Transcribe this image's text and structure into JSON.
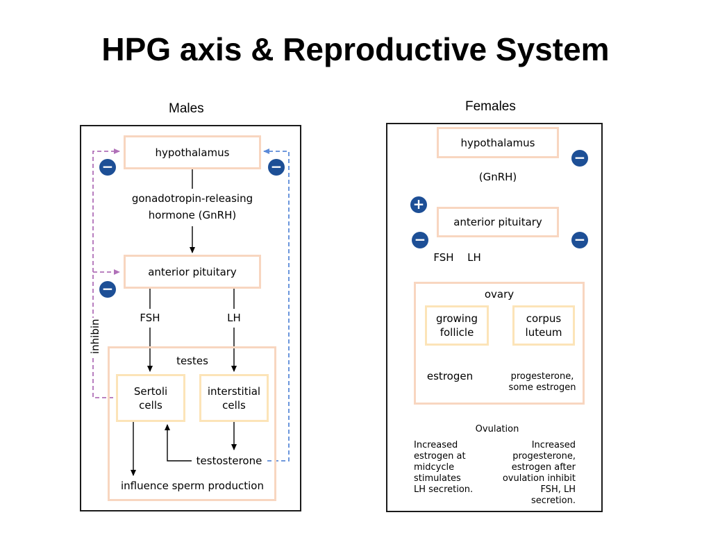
{
  "title": "HPG axis & Reproductive System",
  "males": {
    "heading": "Males",
    "hypothalamus": "hypothalamus",
    "gnrh_line1": "gonadotropin-releasing",
    "gnrh_line2": "hormone (GnRH)",
    "anterior_pituitary": "anterior pituitary",
    "fsh": "FSH",
    "lh": "LH",
    "testes": "testes",
    "sertoli": "Sertoli\ncells",
    "interstitial": "interstitial\ncells",
    "testosterone": "testosterone",
    "sperm": "influence sperm production",
    "inhibin": "inhibin",
    "minus": "−"
  },
  "females": {
    "heading": "Females",
    "hypothalamus": "hypothalamus",
    "gnrh": "(GnRH)",
    "anterior_pituitary": "anterior pituitary",
    "fsh": "FSH",
    "lh": "LH",
    "ovary": "ovary",
    "growing_follicle": "growing\nfollicle",
    "corpus_luteum": "corpus\nluteum",
    "estrogen": "estrogen",
    "progesterone": "progesterone,\nsome estrogen",
    "ovulation": "Ovulation",
    "note_left": "Increased\nestrogen at\nmidcycle\nstimulates\nLH secretion.",
    "note_right": "Increased\nprogesterone,\nestrogen after\novulation inhibit\nFSH, LH\nsecretion.",
    "plus": "+",
    "minus": "−"
  },
  "colors": {
    "node_border": "#f8d6c0",
    "cell_border": "#fce4b8",
    "badge": "#1d4f96",
    "purple_dash": "#b070b8",
    "blue_dash": "#5b8ad8",
    "orange_dash": "#e8703a",
    "arrow": "#000000"
  }
}
